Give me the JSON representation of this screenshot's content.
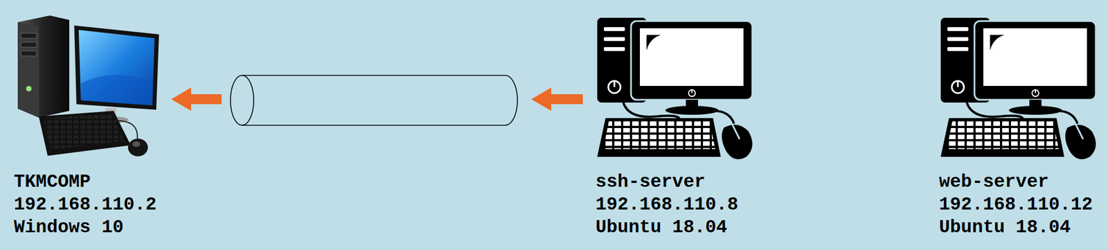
{
  "diagram": {
    "nodes": [
      {
        "text": [
          "TKMCOMP",
          "192.168.110.2",
          "Windows 10"
        ]
      },
      {
        "text": [
          "ssh-server",
          "192.168.110.8",
          "Ubuntu 18.04"
        ]
      },
      {
        "text": [
          "web-server",
          "192.168.110.12",
          "Ubuntu 18.04"
        ]
      }
    ],
    "edges": [
      {
        "from": 1,
        "to": 0,
        "arrow": "to"
      }
    ]
  }
}
